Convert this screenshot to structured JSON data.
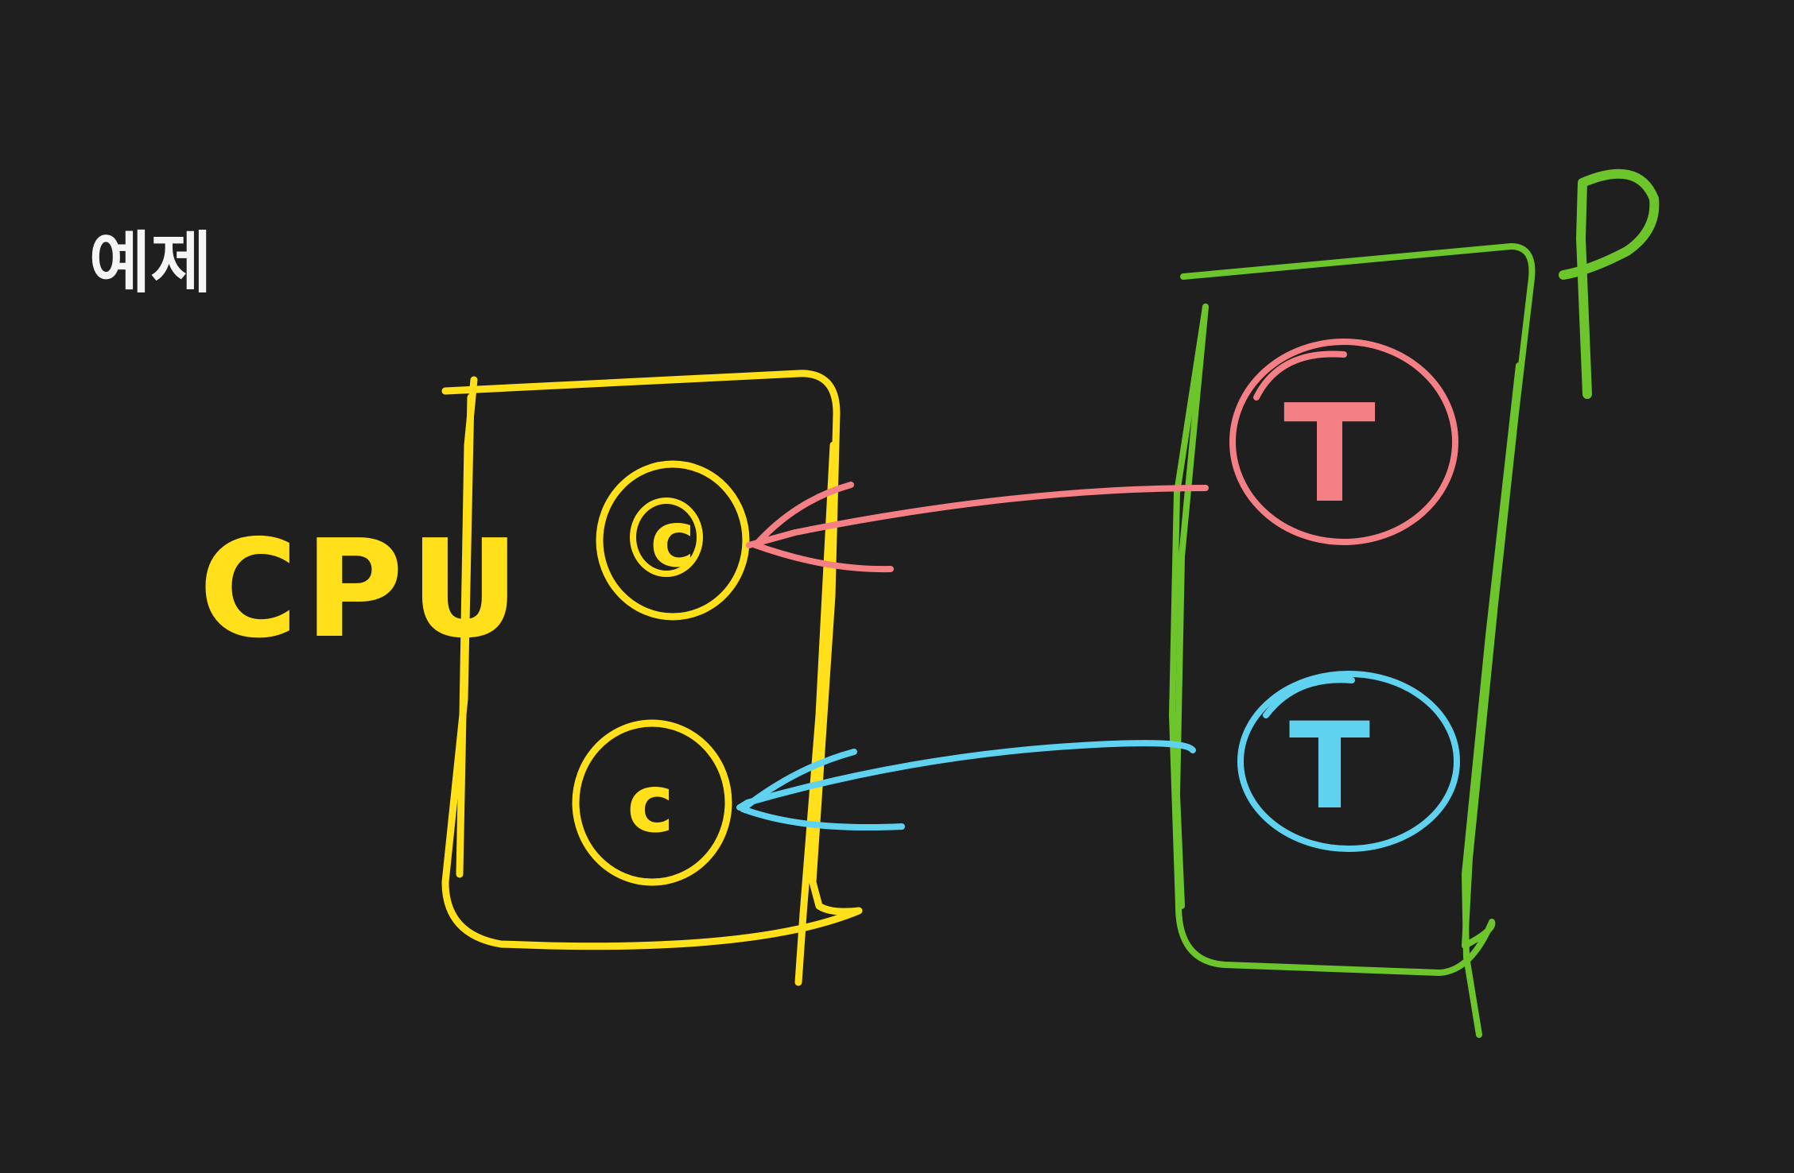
{
  "title": "예제",
  "cpu": {
    "label": "CPU",
    "cores": [
      {
        "label": "c"
      },
      {
        "label": "c"
      }
    ]
  },
  "process": {
    "label": "P",
    "threads": [
      {
        "label": "T"
      },
      {
        "label": "T"
      }
    ]
  },
  "colors": {
    "background": "#1f1f1f",
    "title": "#f5f5f5",
    "cpu": "#ffe01a",
    "process": "#6cc52b",
    "thread_1": "#f47f84",
    "thread_2": "#5fd2f0"
  }
}
